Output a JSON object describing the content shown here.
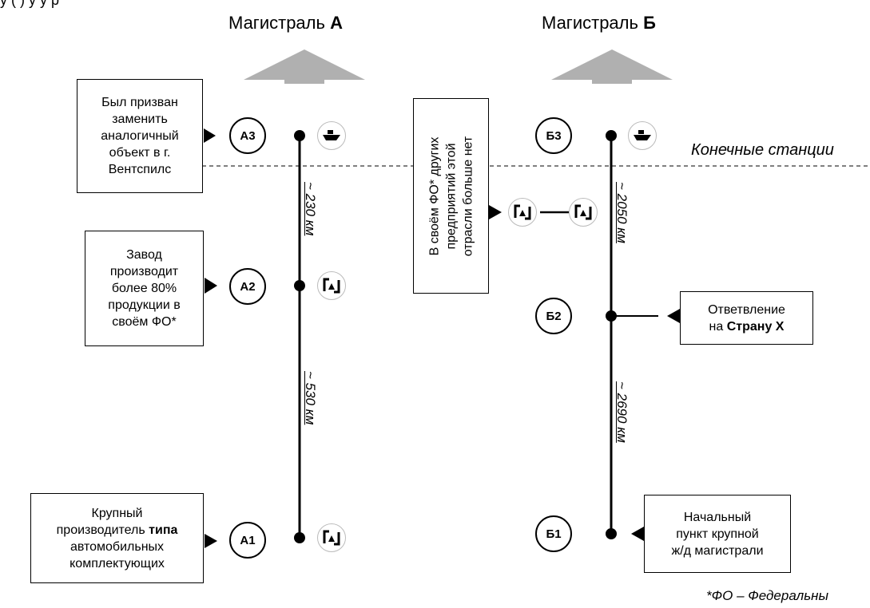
{
  "top_fragment": "у       (       )              у                          у                                   р",
  "titles": {
    "a_prefix": "Магистраль ",
    "a_letter": "А",
    "b_prefix": "Магистраль ",
    "b_letter": "Б"
  },
  "end_stations_label": "Конечные станции",
  "footnote": "*ФО – Федеральны",
  "nodes": {
    "a3": "А3",
    "a2": "А2",
    "a1": "А1",
    "b3": "Б3",
    "b2": "Б2",
    "b1": "Б1"
  },
  "distances": {
    "a_upper": "~ 230 км",
    "a_lower": "~ 530 км",
    "b_upper": "~ 2050 км",
    "b_lower": "~ 2690 км"
  },
  "boxes": {
    "a3_note": [
      "Был призван",
      "заменить",
      "аналогичный",
      "объект в г.",
      "Вентспилс"
    ],
    "a2_note": [
      "Завод",
      "производит",
      "более 80%",
      "продукции в",
      "своём ФО*"
    ],
    "a1_note_line1": "Крупный",
    "a1_note_line2_pre": "производитель ",
    "a1_note_line2_bold": "типа",
    "a1_note_line3": "автомобильных",
    "a1_note_line4": "комплектующих",
    "middle_note": [
      "В своём ФО* других",
      "предприятий этой",
      "отрасли больше нет"
    ],
    "b2_note_line1": "Ответвление",
    "b2_note_line2_pre": "на ",
    "b2_note_line2_bold": "Страну Х",
    "b1_note": [
      "Начальный",
      "пункт крупной",
      "ж/д магистрали"
    ]
  },
  "icons": {
    "ship": "ship-icon",
    "factory": "factory-icon",
    "arrow": "up-arrow-icon"
  },
  "colors": {
    "arrow": "#b0b0b0",
    "line": "#000000",
    "icon_border": "#bbbbbb"
  }
}
